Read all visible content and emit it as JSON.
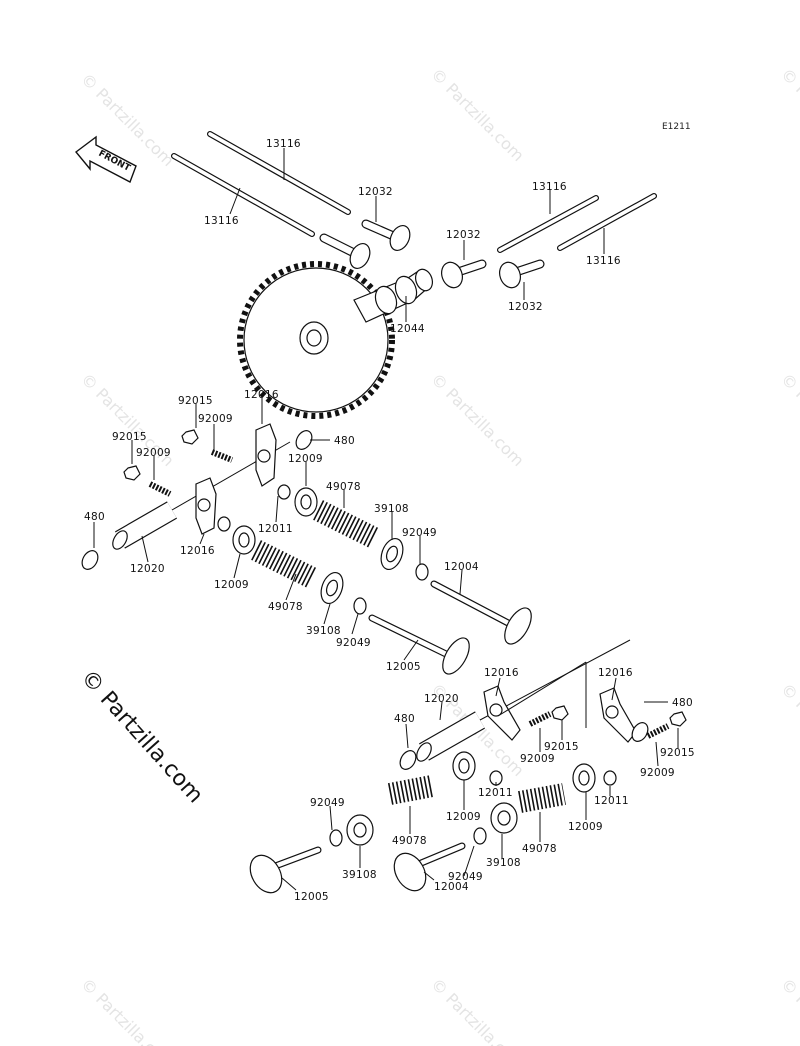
{
  "diagram": {
    "code": "E1211",
    "front_label": "FRONT",
    "brand": "© Partzilla.com",
    "watermark": "© Partzilla.com"
  },
  "labels": [
    {
      "id": "l01",
      "text": "13116"
    },
    {
      "id": "l02",
      "text": "13116"
    },
    {
      "id": "l03",
      "text": "12032"
    },
    {
      "id": "l04",
      "text": "12032"
    },
    {
      "id": "l05",
      "text": "13116"
    },
    {
      "id": "l06",
      "text": "13116"
    },
    {
      "id": "l07",
      "text": "12032"
    },
    {
      "id": "l08",
      "text": "12044"
    },
    {
      "id": "l09",
      "text": "92015"
    },
    {
      "id": "l10",
      "text": "12016"
    },
    {
      "id": "l11",
      "text": "92009"
    },
    {
      "id": "l12",
      "text": "480"
    },
    {
      "id": "l13",
      "text": "92015"
    },
    {
      "id": "l14",
      "text": "92009"
    },
    {
      "id": "l15",
      "text": "12009"
    },
    {
      "id": "l16",
      "text": "49078"
    },
    {
      "id": "l17",
      "text": "480"
    },
    {
      "id": "l18",
      "text": "12011"
    },
    {
      "id": "l19",
      "text": "39108"
    },
    {
      "id": "l20",
      "text": "12016"
    },
    {
      "id": "l21",
      "text": "92049"
    },
    {
      "id": "l22",
      "text": "12020"
    },
    {
      "id": "l23",
      "text": "12004"
    },
    {
      "id": "l24",
      "text": "12009"
    },
    {
      "id": "l25",
      "text": "49078"
    },
    {
      "id": "l26",
      "text": "39108"
    },
    {
      "id": "l27",
      "text": "92049"
    },
    {
      "id": "l28",
      "text": "12005"
    },
    {
      "id": "l29",
      "text": "12016"
    },
    {
      "id": "l30",
      "text": "12016"
    },
    {
      "id": "l31",
      "text": "12020"
    },
    {
      "id": "l32",
      "text": "480"
    },
    {
      "id": "l33",
      "text": "480"
    },
    {
      "id": "l34",
      "text": "92015"
    },
    {
      "id": "l35",
      "text": "92015"
    },
    {
      "id": "l36",
      "text": "92009"
    },
    {
      "id": "l37",
      "text": "92009"
    },
    {
      "id": "l38",
      "text": "12011"
    },
    {
      "id": "l39",
      "text": "12011"
    },
    {
      "id": "l40",
      "text": "12009"
    },
    {
      "id": "l41",
      "text": "12009"
    },
    {
      "id": "l42",
      "text": "92049"
    },
    {
      "id": "l43",
      "text": "49078"
    },
    {
      "id": "l44",
      "text": "49078"
    },
    {
      "id": "l45",
      "text": "39108"
    },
    {
      "id": "l46",
      "text": "39108"
    },
    {
      "id": "l47",
      "text": "92049"
    },
    {
      "id": "l48",
      "text": "12005"
    },
    {
      "id": "l49",
      "text": "12004"
    }
  ]
}
